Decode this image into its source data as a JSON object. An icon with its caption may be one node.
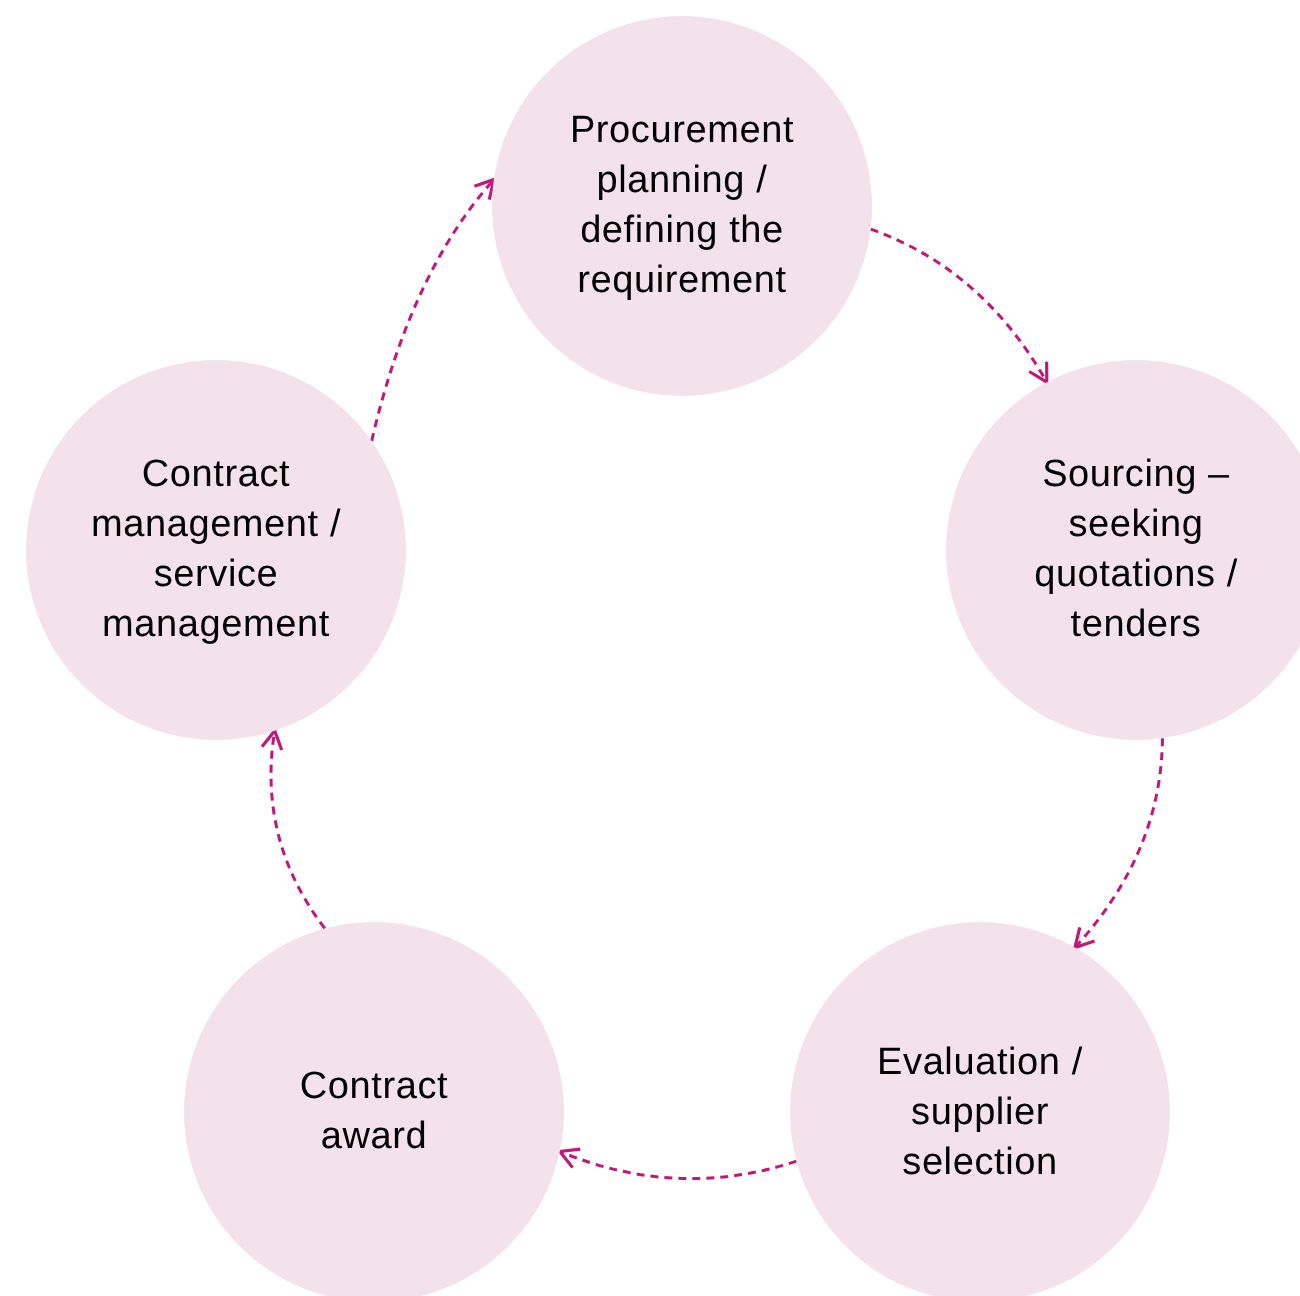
{
  "diagram": {
    "nodes": [
      {
        "text": [
          "Procurement planning / defining the requirement"
        ]
      },
      {
        "text": [
          "Sourcing – seeking quotations / tenders"
        ]
      },
      {
        "text": [
          "Evaluation / supplier selection"
        ]
      },
      {
        "text": [
          "Contract award"
        ]
      },
      {
        "text": [
          "Contract management / service management"
        ]
      }
    ],
    "edges": [
      {
        "from": 0,
        "to": 1,
        "arrow": "to",
        "style": "dashed"
      },
      {
        "from": 1,
        "to": 2,
        "arrow": "to",
        "style": "dashed"
      },
      {
        "from": 2,
        "to": 3,
        "arrow": "to",
        "style": "dashed"
      },
      {
        "from": 3,
        "to": 4,
        "arrow": "to",
        "style": "dashed"
      },
      {
        "from": 4,
        "to": 0,
        "arrow": "to",
        "style": "dashed"
      }
    ]
  }
}
